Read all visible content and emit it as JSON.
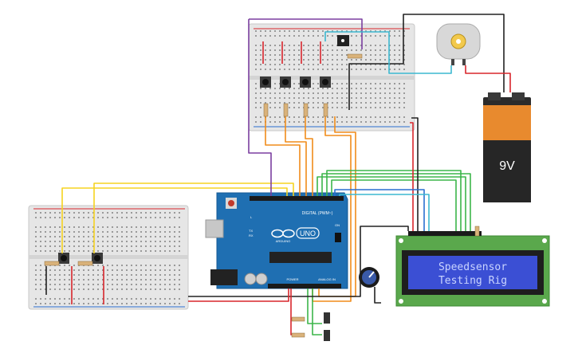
{
  "battery": {
    "label": "9V"
  },
  "lcd": {
    "line1": "Speedsensor",
    "line2": "Testing Rig"
  },
  "arduino": {
    "brand": "UNO",
    "maker": "ARDUINO",
    "digital_label": "DIGITAL (PWM~)",
    "power_label": "POWER",
    "analog_label": "ANALOG IN",
    "led_on": "ON",
    "led_l": "L",
    "led_tx": "TX",
    "led_rx": "RX"
  },
  "colors": {
    "board_blue": "#1f6fb2",
    "breadboard": "#e9e9e9",
    "lcd_green": "#5aa84c",
    "lcd_screen": "#3b4fd4",
    "battery_orange": "#e88a2e",
    "battery_black": "#262626",
    "wire_yellow": "#f5d320",
    "wire_orange": "#f08c1a",
    "wire_green": "#3cb54a",
    "wire_purple": "#7b3fa0",
    "wire_red": "#d8262c",
    "wire_black": "#222222",
    "wire_cyan": "#3cb8d0",
    "wire_blue": "#2a6fd0"
  },
  "icons": [
    "dc-motor-icon",
    "transistor-icon",
    "potentiometer-icon",
    "pushbutton-icon",
    "resistor-icon",
    "slide-switch-icon",
    "arduino-logo-icon"
  ]
}
